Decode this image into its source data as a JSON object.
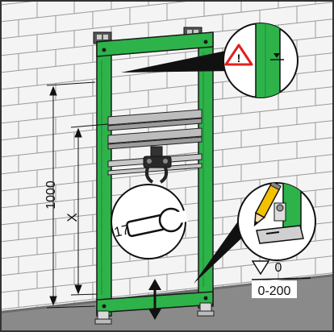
{
  "dimensions": {
    "height_label": "1000",
    "x_label": "X"
  },
  "callouts": {
    "warning_glyph": "!",
    "wrench_size": "17"
  },
  "floor_level": {
    "zero_label": "0",
    "range_label": "0-200"
  },
  "colors": {
    "frame_green": "#2db34a",
    "frame_outline": "#1a1a1a",
    "wall_fill": "#f4f4f4",
    "brick_line": "#9a9a9a",
    "floor_fill": "#8a8a8a",
    "warning_red": "#e02020",
    "pencil_yellow": "#f2c200"
  }
}
